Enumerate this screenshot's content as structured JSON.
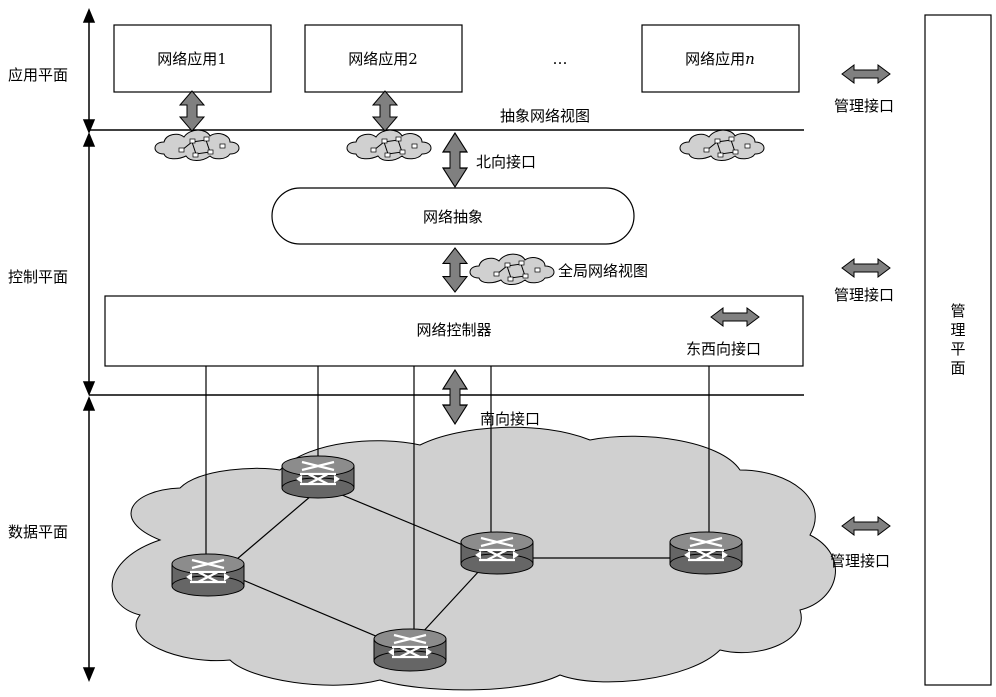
{
  "planes": {
    "application": "应用平面",
    "control": "控制平面",
    "data": "数据平面"
  },
  "apps": {
    "app1": "网络应用1",
    "app2": "网络应用2",
    "ellipsis": "…",
    "appn_prefix": "网络应用",
    "appn_suffix": "n"
  },
  "abstract_view": "抽象网络视图",
  "northbound": "北向接口",
  "abstraction": "网络抽象",
  "global_view": "全局网络视图",
  "controller": "网络控制器",
  "east_west": "东西向接口",
  "southbound": "南向接口",
  "mgmt_interface": "管理接口",
  "mgmt_plane": [
    "管",
    "理",
    "平",
    "面"
  ],
  "colors": {
    "arrow_fill": "#808080",
    "cloud_fill": "#d0d0d0",
    "router_fill": "#666666",
    "router_top": "#8c8c8c",
    "line": "#000000"
  }
}
